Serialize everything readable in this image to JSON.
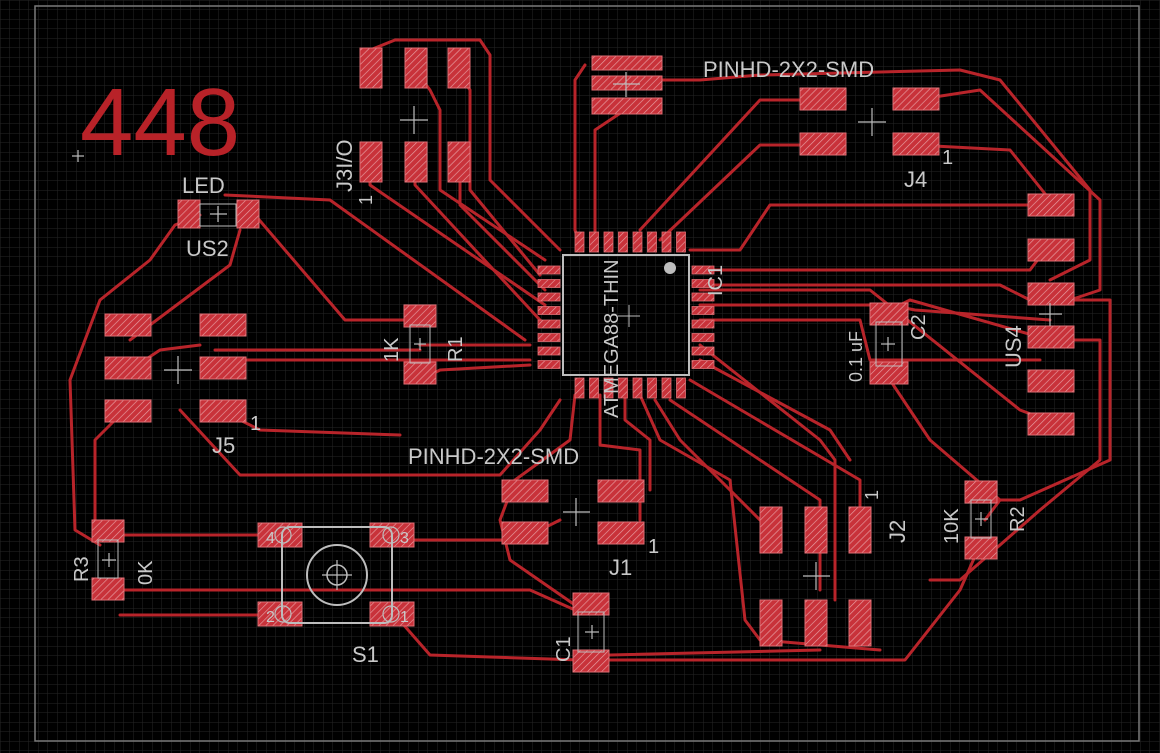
{
  "board_title": "448",
  "colors": {
    "background": "#000000",
    "grid": "#262626",
    "trace": "#b8242a",
    "pad_fill": "#c8323a",
    "label": "#c9c9c9",
    "outline": "#bdbdbd"
  },
  "labels": {
    "led_value": "LED",
    "led_ref": "US2",
    "j3_ref": "J3I/O",
    "j3_pin1": "1",
    "j4_value": "PINHD-2X2-SMD",
    "j4_ref": "J4",
    "j4_pin1": "1",
    "ic1_ref": "IC1",
    "ic1_value": "ATMEGA88-THIN",
    "r1_value": "1K",
    "r1_ref": "R1",
    "c2_value": "0.1 uF",
    "c2_ref": "C2",
    "us4_ref": "US4",
    "j5_ref": "J5",
    "j5_pin1": "1",
    "j1_value": "PINHD-2X2-SMD",
    "j1_ref": "J1",
    "j1_pin1": "1",
    "j2_ref": "J2",
    "j2_pin1": "1",
    "r2_value": "10K",
    "r2_ref": "R2",
    "r3_ref": "R3",
    "r3_value": "0K",
    "s1_ref": "S1",
    "s1_pin_4": "4",
    "s1_pin_3": "3",
    "s1_pin_2": "2",
    "s1_pin_1": "1",
    "c1_ref": "C1"
  }
}
